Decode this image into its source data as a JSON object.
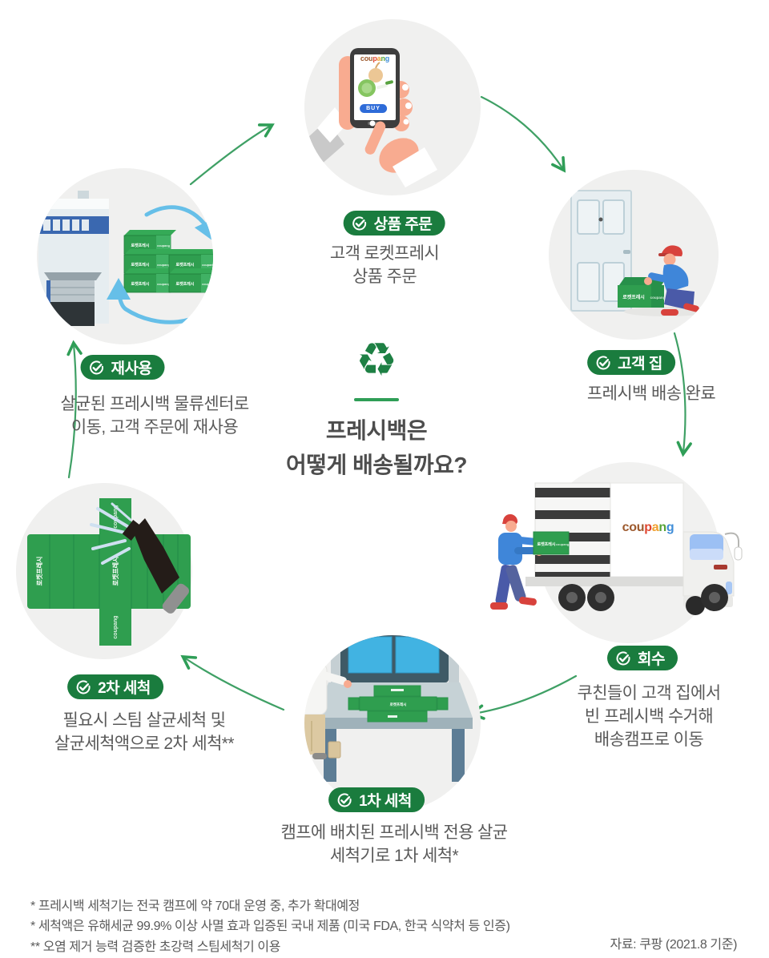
{
  "center": {
    "recycle_icon": "♻",
    "title": "프레시백은\n어떻게 배송될까요?"
  },
  "steps": {
    "order": {
      "badge": "상품 주문",
      "caption": "고객 로켓프레시\n상품 주문"
    },
    "home": {
      "badge": "고객 집",
      "caption": "프레시백 배송 완료"
    },
    "collect": {
      "badge": "회수",
      "caption": "쿠친들이 고객 집에서\n빈 프레시백 수거해\n배송캠프로 이동"
    },
    "wash1": {
      "badge": "1차 세척",
      "caption": "캠프에 배치된 프레시백 전용 살균\n세척기로 1차 세척*"
    },
    "wash2": {
      "badge": "2차 세척",
      "caption": "필요시 스팀 살균세척 및\n살균세척액으로 2차 세척**"
    },
    "reuse": {
      "badge": "재사용",
      "caption": "살균된 프레시백 물류센터로\n이동, 고객 주문에 재사용"
    }
  },
  "labels": {
    "app_logo": "coupang",
    "buy_button": "BUY",
    "truck_logo": "coupang",
    "bag_brand": "로켓프레시",
    "bag_logo": "coupang"
  },
  "logo_colors": [
    "#9d5a2e",
    "#9d5a2e",
    "#9d5a2e",
    "#e0442e",
    "#f0a030",
    "#56a337",
    "#3f8dd8"
  ],
  "footnotes": "* 프레시백 세척기는 전국 캠프에 약 70대 운영 중, 추가 확대예정\n* 세척액은 유해세균 99.9% 이상 사멸 효과 입증된 국내 제품 (미국 FDA, 한국 식약처 등 인증)\n** 오염 제거 능력 검증한 초강력 스팀세척기 이용",
  "source": "자료: 쿠팡 (2021.8 기준)",
  "colors": {
    "badge_green": "#1a7c3e",
    "arrow_green": "#3fa065",
    "bag_green": "#2f9e4f",
    "accent_green": "#1e8044",
    "text_grey": "#5a5a5a",
    "circle_bg": "#f0f0ef",
    "cycle_arrow_blue": "#66bfe8"
  }
}
